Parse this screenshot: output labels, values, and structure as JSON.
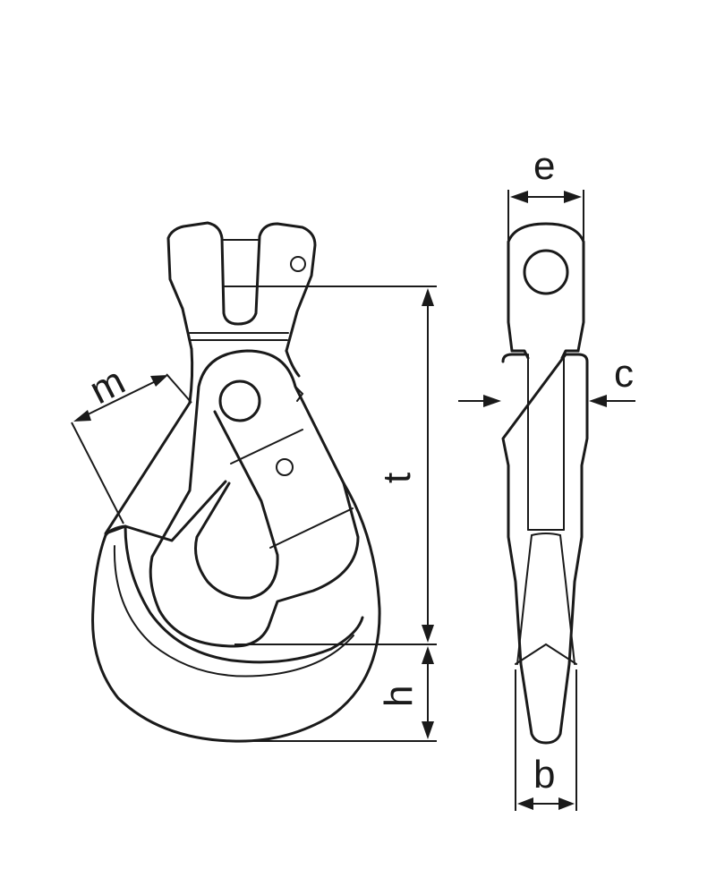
{
  "labels": {
    "m": "m",
    "t": "t",
    "h": "h",
    "e": "e",
    "c": "c",
    "b": "b"
  },
  "colors": {
    "line": "#1a1a1a",
    "background": "#ffffff"
  }
}
